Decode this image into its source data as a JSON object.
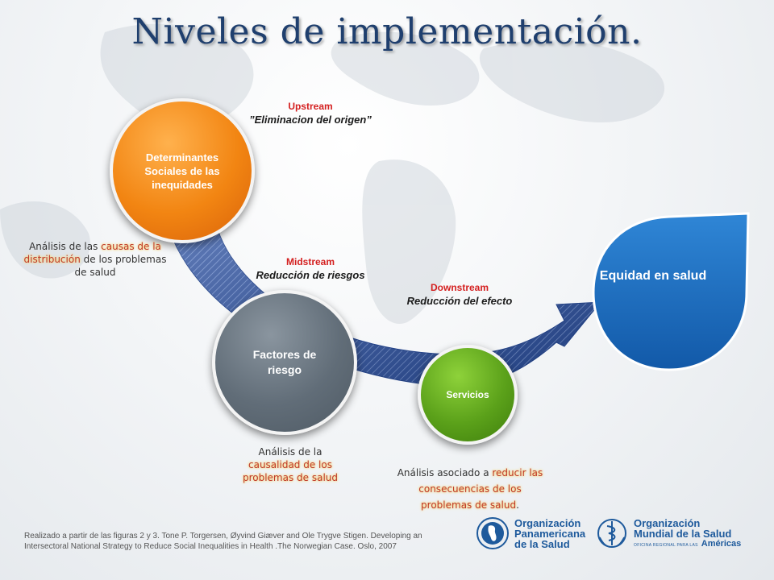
{
  "title": "Niveles de implementación.",
  "circles": {
    "determinantes": "Determinantes Sociales de las inequidades",
    "factores": "Factores de riesgo",
    "servicios": "Servicios"
  },
  "target": {
    "label": "Equidad en salud"
  },
  "stages": {
    "upstream": {
      "label": "Upstream",
      "sub": "”Eliminacion  del  origen”"
    },
    "midstream": {
      "label": "Midstream",
      "sub": "Reducción  de riesgos"
    },
    "downstream": {
      "label": "Downstream",
      "sub": "Reducción  del efecto"
    }
  },
  "notes": {
    "causas": {
      "pre": "Análisis de las ",
      "hl": "causas de la distribución",
      "post": " de los problemas de salud"
    },
    "causalidad": {
      "pre": "Análisis de la",
      "hl": "causalidad de los problemas de salud"
    },
    "asociado": {
      "pre": "Análisis asociado  a ",
      "hl": "reducir las consecuencias de los problemas de salud",
      "post": "."
    }
  },
  "credit": "Realizado a partir de las figuras 2 y 3. Tone P. Torgersen, Øyvind Giæver and Ole Trygve Stigen. Developing an Intersectoral National Strategy to Reduce Social Inequalities in Health .The Norwegian Case. Oslo, 2007",
  "logos": {
    "ops": [
      "Organización",
      "Panamericana",
      "de la Salud"
    ],
    "oms": [
      "Organización",
      "Mundial de la Salud",
      "Américas"
    ],
    "oms_small": "OFICINA REGIONAL PARA LAS"
  },
  "colors": {
    "title": "#1f3f6e",
    "orange": "#f28512",
    "gray": "#616d78",
    "green": "#5ba11a",
    "blue": "#1c6cc0",
    "arrow": "#2a4fa0",
    "stage_red": "#d42020"
  }
}
